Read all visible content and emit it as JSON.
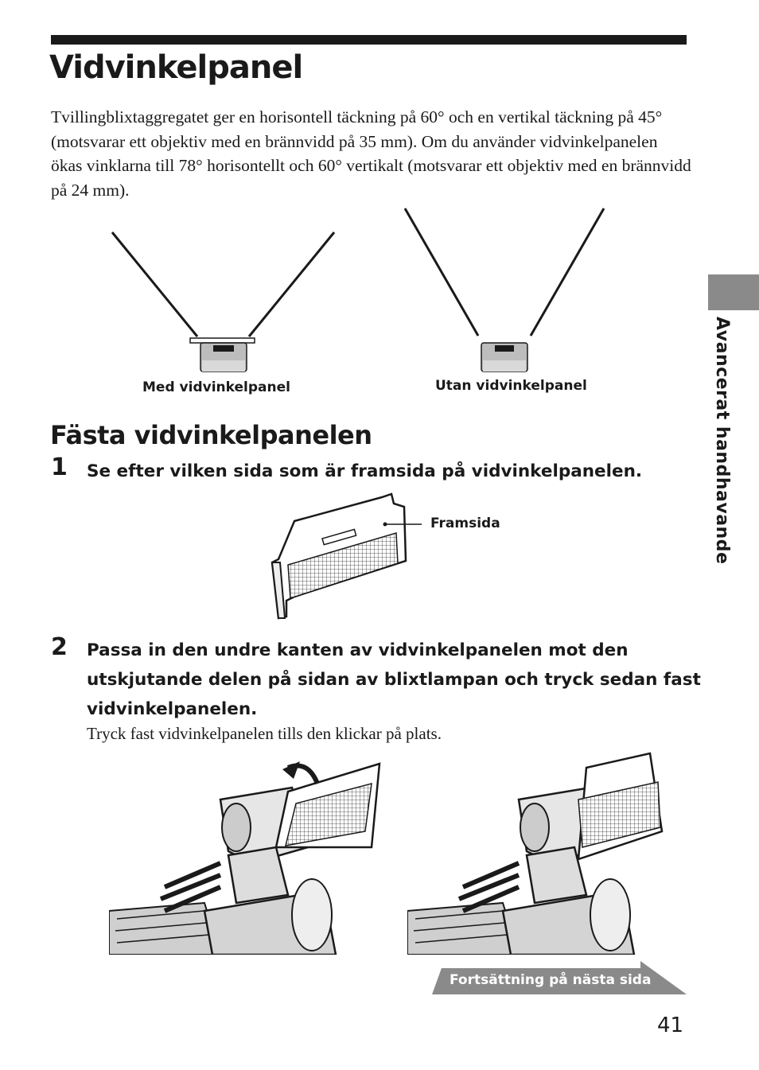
{
  "title": "Vidvinkelpanel",
  "intro": "Tvillingblixtaggregatet ger en horisontell täckning på 60° och en vertikal täckning på 45° (motsvarar ett objektiv med en brännvidd på 35 mm). Om du använder vidvinkelpanelen ökas vinklarna till 78° horisontellt och 60° vertikalt (motsvarar ett objektiv med en brännvidd på 24 mm).",
  "diagram1": {
    "with_label": "Med vidvinkelpanel",
    "without_label": "Utan vidvinkelpanel"
  },
  "section": {
    "heading": "Fästa vidvinkelpanelen",
    "step1": {
      "num": "1",
      "text": "Se efter vilken sida som är framsida på vidvinkelpanelen.",
      "callout": "Framsida"
    },
    "step2": {
      "num": "2",
      "text": "Passa in den undre kanten av vidvinkelpanelen mot den utskjutande delen på sidan av blixtlampan och tryck sedan fast vidvinkelpanelen.",
      "note": "Tryck fast vidvinkelpanelen tills den klickar på plats."
    }
  },
  "side_tab": "Avancerat handhavande",
  "continued": "Fortsättning på nästa sida",
  "page_number": "41"
}
